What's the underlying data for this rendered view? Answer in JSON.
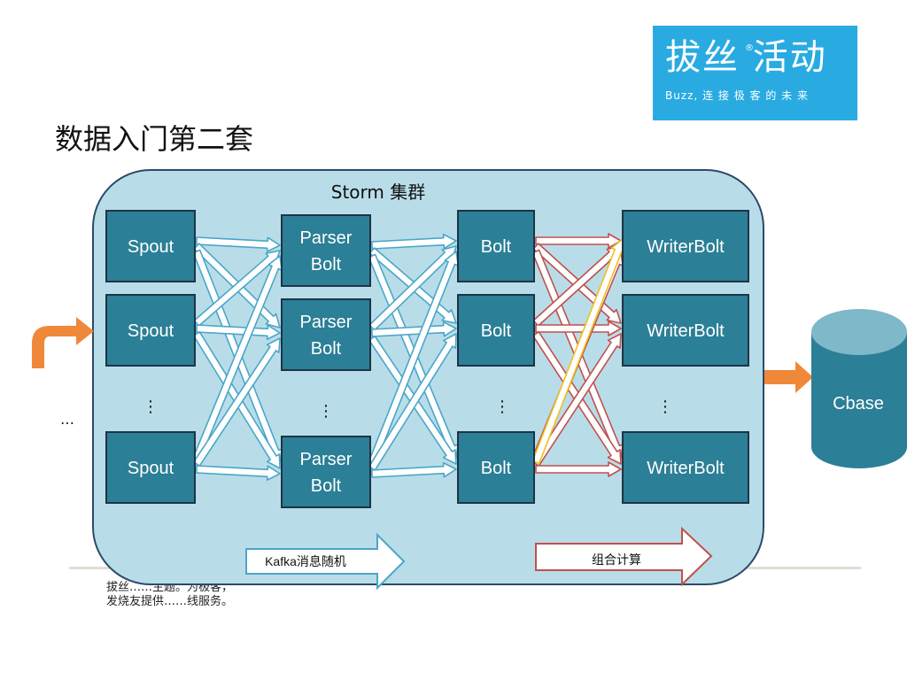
{
  "logo": {
    "main_text": "拔丝 活动",
    "registered_mark": "®",
    "tagline": "Buzz, 连 接 极 客 的 未 来",
    "background": "#29abe2"
  },
  "title": "数据入门第二套",
  "footer": {
    "line1": "拔丝……主题。为极客，",
    "line2": "发烧友提供……线服务。"
  },
  "input_ellipsis": "…",
  "colors": {
    "cluster_fill": "#b8dde9",
    "cluster_stroke": "#2c4a68",
    "node_fill": "#2b7f96",
    "node_stroke": "#1f3347",
    "blue_arrow": "#4aa6c8",
    "red_arrow": "#c0504d",
    "yellow_arrow": "#f0c020",
    "orange_arrow": "#f0883a",
    "db_fill": "#2b7f96",
    "db_top": "#7fb8c8"
  },
  "diagram": {
    "cluster_label": "Storm 集群",
    "columns": [
      {
        "name": "spout",
        "nodes": [
          "Spout",
          "Spout",
          "Spout"
        ]
      },
      {
        "name": "parser-bolt",
        "nodes": [
          "Parser\nBolt",
          "Parser\nBolt",
          "Parser\nBolt"
        ]
      },
      {
        "name": "bolt",
        "nodes": [
          "Bolt",
          "Bolt",
          "Bolt"
        ]
      },
      {
        "name": "writer-bolt",
        "nodes": [
          "WriterBolt",
          "WriterBolt",
          "WriterBolt"
        ]
      }
    ],
    "vertical_ellipsis": "⋮",
    "legend": {
      "kafka_label_latin": "Kafka",
      "kafka_label_cn": "消息随机",
      "combine_label": "组合计算"
    },
    "database_label": "Cbase"
  }
}
